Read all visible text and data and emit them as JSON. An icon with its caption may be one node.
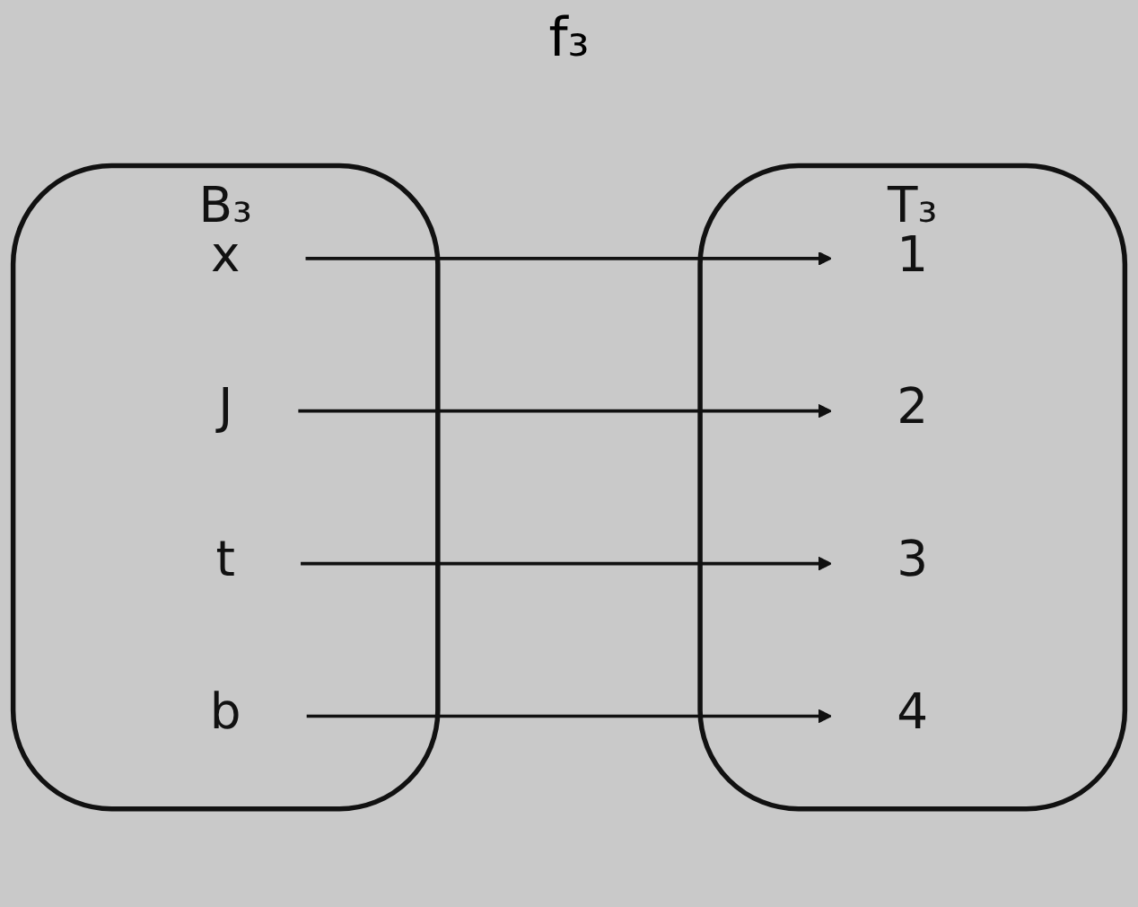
{
  "diagram": {
    "nodes": [
      {
        "text": [
          "B₃"
        ]
      },
      {
        "text": [
          "b"
        ],
        "in": 0
      },
      {
        "text": [
          "t"
        ],
        "in": 0
      },
      {
        "text": [
          "J"
        ],
        "in": 0
      },
      {
        "text": [
          "x"
        ],
        "in": 0
      },
      {
        "text": [
          "T₃"
        ]
      },
      {
        "text": [
          "1"
        ],
        "in": 5
      },
      {
        "text": [
          "2"
        ],
        "in": 5
      },
      {
        "text": [
          "3"
        ],
        "in": 5
      },
      {
        "text": [
          "4"
        ],
        "in": 5
      }
    ],
    "edges": [
      {
        "from": 1,
        "to": 9,
        "arrow": "to"
      },
      {
        "from": 2,
        "to": 8,
        "arrow": "to"
      },
      {
        "from": 3,
        "to": 7,
        "arrow": "to"
      },
      {
        "from": 4,
        "to": 6,
        "arrow": "to"
      }
    ],
    "labels": [
      "f₃"
    ]
  }
}
